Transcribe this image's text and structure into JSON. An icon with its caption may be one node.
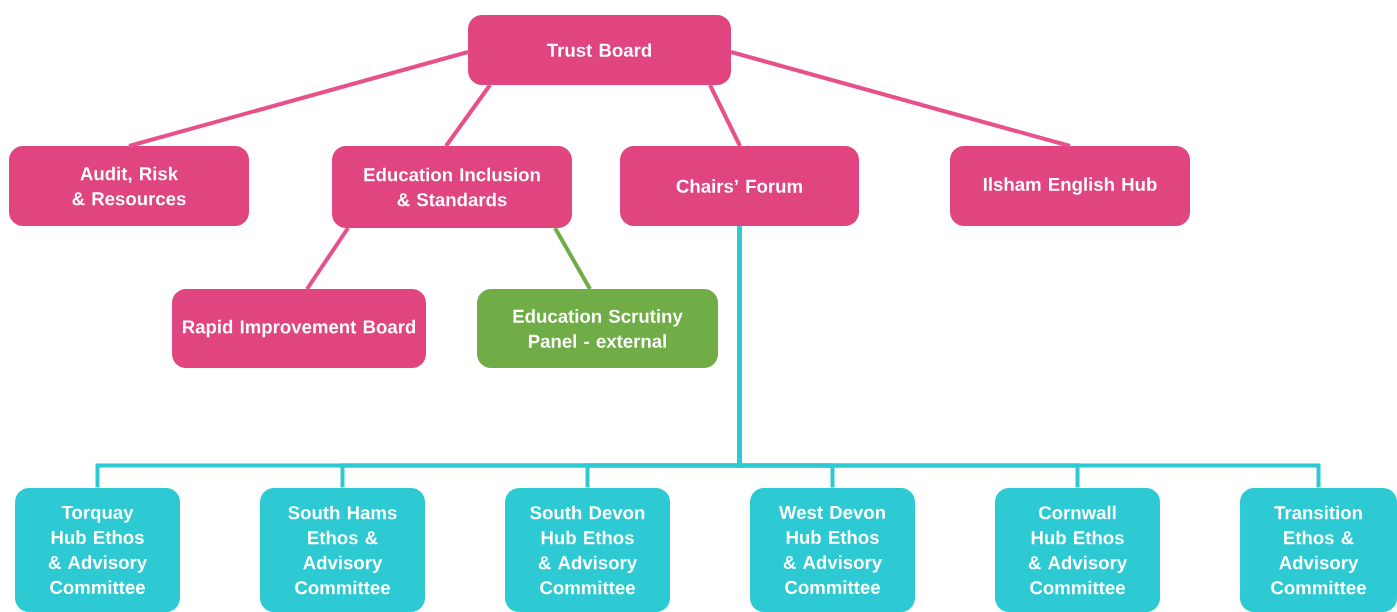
{
  "diagram": {
    "nodes": [
      {
        "text": [
          "Trust Board"
        ]
      },
      {
        "text": [
          "Audit, Risk & Resources"
        ]
      },
      {
        "text": [
          "Education Inclusion & Standards"
        ]
      },
      {
        "text": [
          "Chairs’ Forum"
        ]
      },
      {
        "text": [
          "Ilsham English Hub"
        ]
      },
      {
        "text": [
          "Rapid Improvement Board"
        ]
      },
      {
        "text": [
          "Education Scrutiny Panel - external"
        ]
      },
      {
        "text": [
          "Torquay Hub Ethos & Advisory Committee"
        ]
      },
      {
        "text": [
          "South Hams Ethos & Advisory Committee"
        ]
      },
      {
        "text": [
          "South Devon Hub Ethos & Advisory Committee"
        ]
      },
      {
        "text": [
          "West Devon Hub Ethos & Advisory Committee"
        ]
      },
      {
        "text": [
          "Cornwall Hub Ethos & Advisory Committee"
        ]
      },
      {
        "text": [
          "Transition Ethos & Advisory Committee"
        ]
      }
    ],
    "edges": [
      {
        "from": 0,
        "to": 1,
        "arrow": "none",
        "color": "#e8508a"
      },
      {
        "from": 0,
        "to": 2,
        "arrow": "none",
        "color": "#e8508a"
      },
      {
        "from": 0,
        "to": 3,
        "arrow": "none",
        "color": "#e8508a"
      },
      {
        "from": 0,
        "to": 4,
        "arrow": "none",
        "color": "#e8508a"
      },
      {
        "from": 2,
        "to": 5,
        "arrow": "none",
        "color": "#e8508a"
      },
      {
        "from": 2,
        "to": 6,
        "arrow": "none",
        "color": "#70ad47"
      },
      {
        "from": 3,
        "to": 7,
        "arrow": "none"
      },
      {
        "from": 3,
        "to": 8,
        "arrow": "none"
      },
      {
        "from": 3,
        "to": 9,
        "arrow": "none"
      },
      {
        "from": 3,
        "to": 10,
        "arrow": "none"
      },
      {
        "from": 3,
        "to": 11,
        "arrow": "none"
      },
      {
        "from": 3,
        "to": 12,
        "arrow": "none"
      }
    ]
  }
}
